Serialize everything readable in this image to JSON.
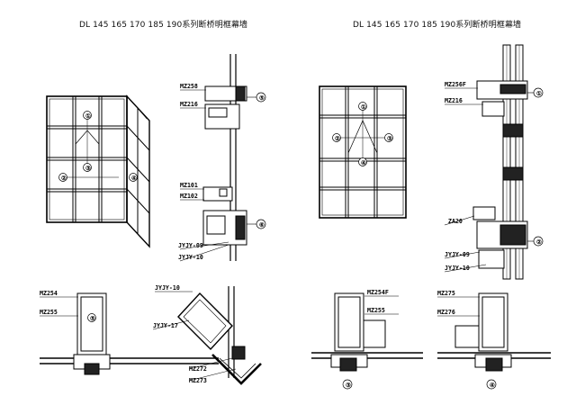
{
  "titles": {
    "left": "DL 145 165 170 185 190系列断桥明框幕墙",
    "right": "DL 145 165 170 185 190系列断桥明框幕墙"
  },
  "left": {
    "elevation_marks": [
      "①",
      "②",
      "③",
      "④"
    ],
    "section_labels": [
      "MZ258",
      "MZ216",
      "MZ101",
      "MZ102",
      "JYJY-09",
      "JYJY-10"
    ],
    "section_marks": [
      "⑤",
      "⑥"
    ],
    "plan_labels": [
      "MZ254",
      "MZ255"
    ],
    "plan_mark": "⑤",
    "corner_labels": [
      "JYJY-10",
      "JYJY-17",
      "MZ272",
      "MZ273"
    ]
  },
  "right": {
    "elevation_marks": [
      "①",
      "②",
      "③",
      "④"
    ],
    "section_labels": [
      "MZ256F",
      "MZ216",
      "ZA20",
      "JYJY-09",
      "JYJY-10"
    ],
    "section_marks": [
      "①",
      "②"
    ],
    "plan_a_labels": [
      "MZ254F",
      "MZ255"
    ],
    "plan_a_mark": "③",
    "plan_b_labels": [
      "MZ275",
      "MZ276"
    ],
    "plan_b_mark": "④"
  }
}
